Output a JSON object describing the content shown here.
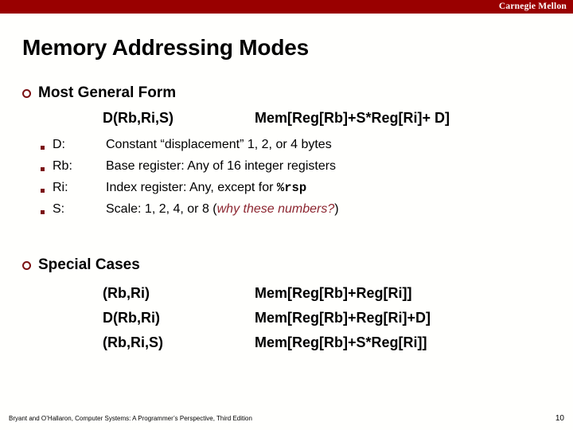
{
  "header": {
    "brand": "Carnegie Mellon",
    "bar_color": "#990000"
  },
  "slide": {
    "title": "Memory Addressing Modes",
    "accent_color": "#7b1113",
    "highlight_color": "#8c2630"
  },
  "general_form": {
    "heading": "Most General Form",
    "syntax": "D(Rb,Ri,S)",
    "meaning": "Mem[Reg[Rb]+S*Reg[Ri]+ D]",
    "components": [
      {
        "label": "D:",
        "desc_pre": "Constant “displacement” 1, 2, or 4 bytes",
        "code": "",
        "desc_post": "",
        "note": "",
        "tail": ""
      },
      {
        "label": "Rb:",
        "desc_pre": "Base register: Any of 16 integer registers",
        "code": "",
        "desc_post": "",
        "note": "",
        "tail": ""
      },
      {
        "label": "Ri:",
        "desc_pre": "Index register: Any, except for ",
        "code": "%rsp",
        "desc_post": "",
        "note": "",
        "tail": ""
      },
      {
        "label": "S:",
        "desc_pre": "Scale: 1, 2, 4, or 8 (",
        "code": "",
        "desc_post": "",
        "note": "why these numbers?",
        "tail": ")"
      }
    ]
  },
  "special_cases": {
    "heading": "Special Cases",
    "rows": [
      {
        "syntax": "(Rb,Ri)",
        "meaning": "Mem[Reg[Rb]+Reg[Ri]]"
      },
      {
        "syntax": "D(Rb,Ri)",
        "meaning": "Mem[Reg[Rb]+Reg[Ri]+D]"
      },
      {
        "syntax": "(Rb,Ri,S)",
        "meaning": "Mem[Reg[Rb]+S*Reg[Ri]]"
      }
    ]
  },
  "footer": {
    "citation": "Bryant and O’Hallaron, Computer Systems: A Programmer’s Perspective, Third Edition",
    "page_number": "10"
  }
}
